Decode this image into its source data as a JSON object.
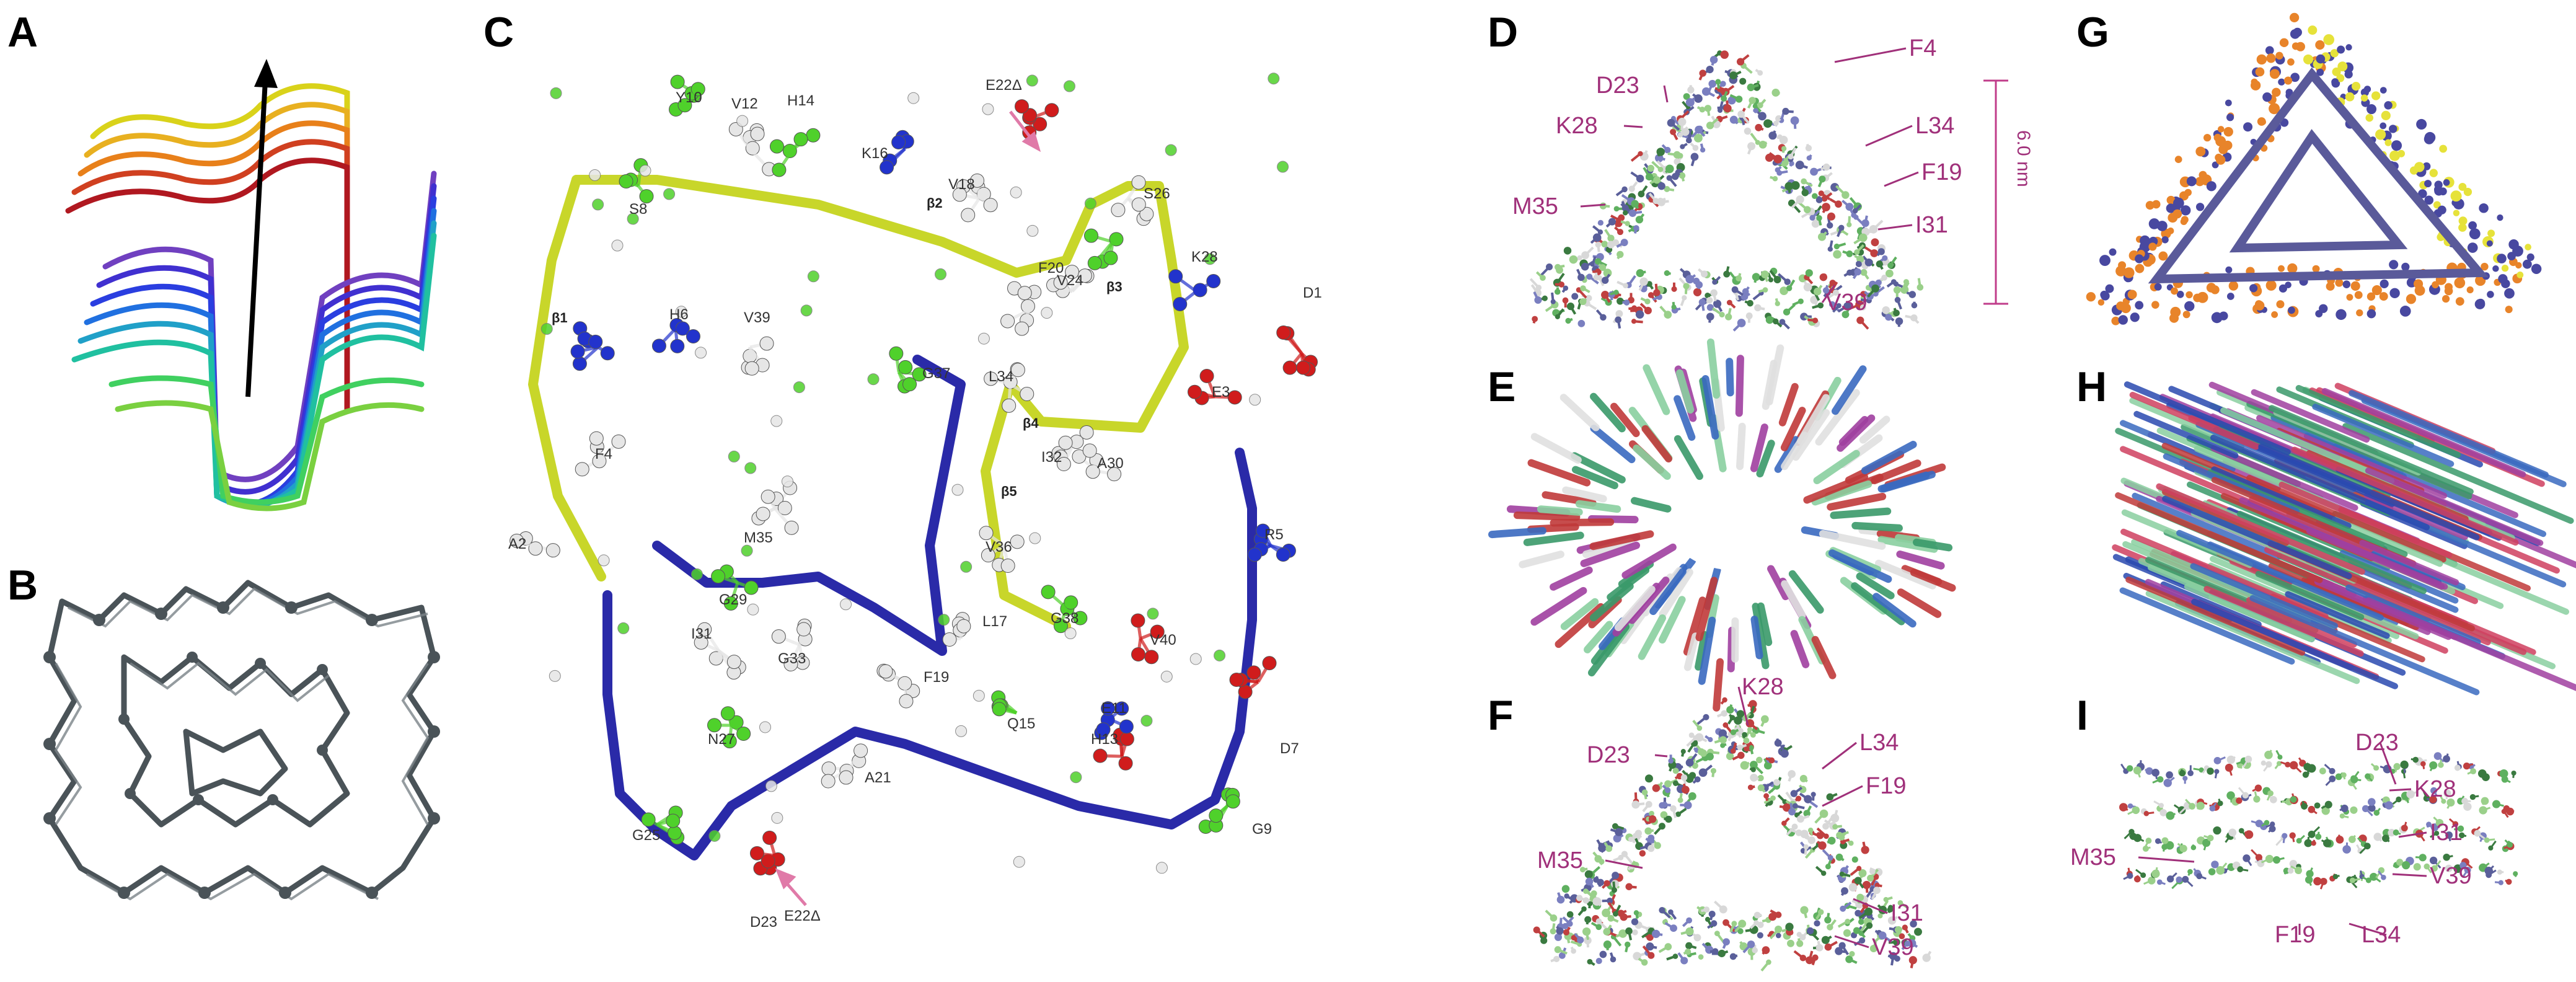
{
  "panels": {
    "a": {
      "label": "A"
    },
    "b": {
      "label": "B"
    },
    "c": {
      "label": "C",
      "residues": [
        "Y10",
        "V12",
        "H14",
        "K16",
        "V18",
        "E22Δ",
        "S26",
        "S8",
        "β2",
        "β3",
        "K28",
        "D1",
        "V24",
        "F20",
        "β1",
        "H6",
        "V39",
        "G37",
        "L34",
        "E3",
        "β4",
        "I32",
        "A30",
        "F4",
        "β5",
        "M35",
        "V36",
        "R5",
        "A2",
        "G38",
        "V40",
        "G29",
        "L17",
        "E11",
        "I31",
        "G33",
        "F19",
        "Q15",
        "H13",
        "N27",
        "D7",
        "A21",
        "G25",
        "E22Δ",
        "D23",
        "G9"
      ]
    },
    "d": {
      "label": "D",
      "labels": [
        "F4",
        "D23",
        "K28",
        "L34",
        "F19",
        "M35",
        "I31",
        "V39"
      ],
      "scale": "6.0 nm"
    },
    "e": {
      "label": "E"
    },
    "f": {
      "label": "F",
      "labels": [
        "K28",
        "D23",
        "L34",
        "F19",
        "M35",
        "I31",
        "V39"
      ]
    },
    "g": {
      "label": "G"
    },
    "h": {
      "label": "H"
    },
    "i": {
      "label": "I",
      "labels": [
        "D23",
        "K28",
        "M35",
        "I31",
        "V39",
        "F19",
        "L34"
      ]
    }
  },
  "colors": {
    "label_magenta": "#a0307a",
    "hydrophobic": "#e6e6e6",
    "polar": "#4fd12b",
    "acidic": "#d01c1c",
    "basic": "#2233cc",
    "strand_yellow": "#c8d62a",
    "strand_blue": "#2a2aa8",
    "orange": "#e8842a",
    "yellow": "#e6e23a",
    "gray_struct": "#4a5358"
  }
}
